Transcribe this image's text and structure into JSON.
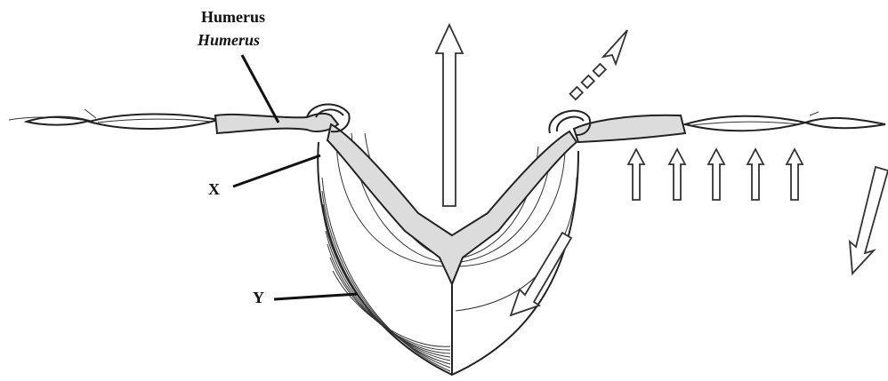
{
  "labels": {
    "humerus_en": "Humerus",
    "humerus_it": "Humerus",
    "x": "X",
    "y": "Y"
  },
  "colors": {
    "bone_fill": "#dcdcdc",
    "line": "#222222",
    "background": "#ffffff"
  },
  "icons": {
    "up_arrow": "up-arrow-icon",
    "dashed_arrow": "dashed-arrow-icon",
    "down_arrow": "down-arrow-icon"
  }
}
